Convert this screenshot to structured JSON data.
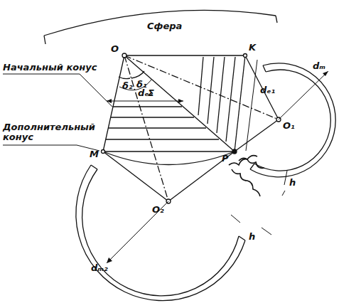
{
  "diagram": {
    "labels": [
      "Сфера",
      "Начальный конус",
      "Дополнительный конус",
      "O",
      "K",
      "O₁",
      "O₂",
      "M",
      "P",
      "δ₂",
      "δ₁",
      "Σ",
      "dₑ₁",
      "dₘ",
      "dₑ₂",
      "dₘ₂",
      "h",
      "h"
    ]
  }
}
